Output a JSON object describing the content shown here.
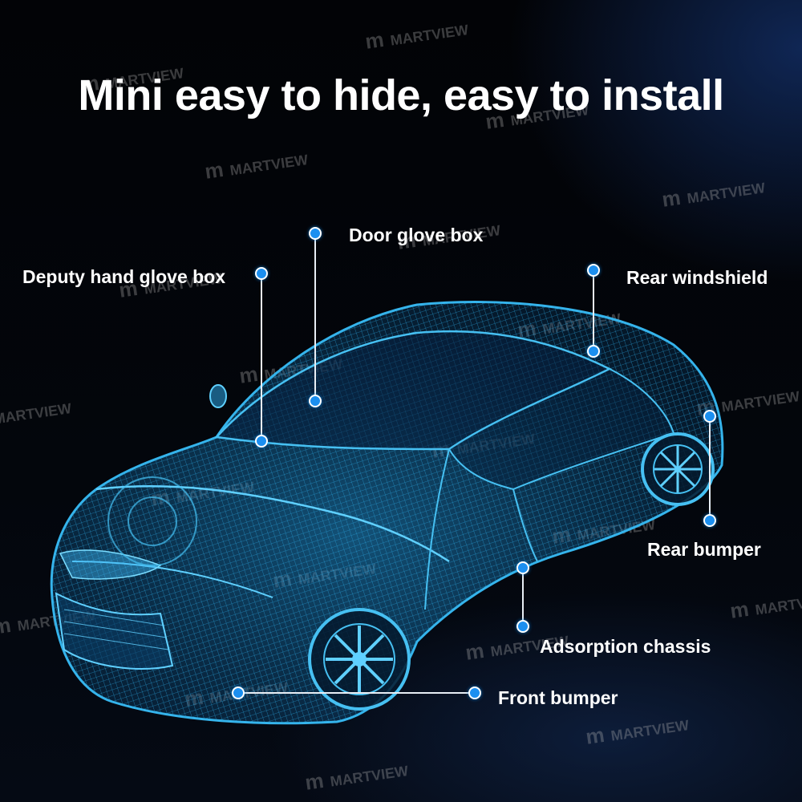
{
  "title": "Mini easy to hide, easy to install",
  "watermark": {
    "logo": "m",
    "text": "MARTVIEW"
  },
  "colors": {
    "dot": "#1b8ff0",
    "line": "#e8eef5",
    "car_wireframe": "#2aa6e0",
    "background": "#000000"
  },
  "callouts": [
    {
      "id": "deputy-hand-glove-box",
      "label": "Deputy hand glove box"
    },
    {
      "id": "door-glove-box",
      "label": "Door glove box"
    },
    {
      "id": "rear-windshield",
      "label": "Rear windshield"
    },
    {
      "id": "rear-bumper",
      "label": "Rear bumper"
    },
    {
      "id": "adsorption-chassis",
      "label": "Adsorption chassis"
    },
    {
      "id": "front-bumper",
      "label": "Front bumper"
    }
  ]
}
